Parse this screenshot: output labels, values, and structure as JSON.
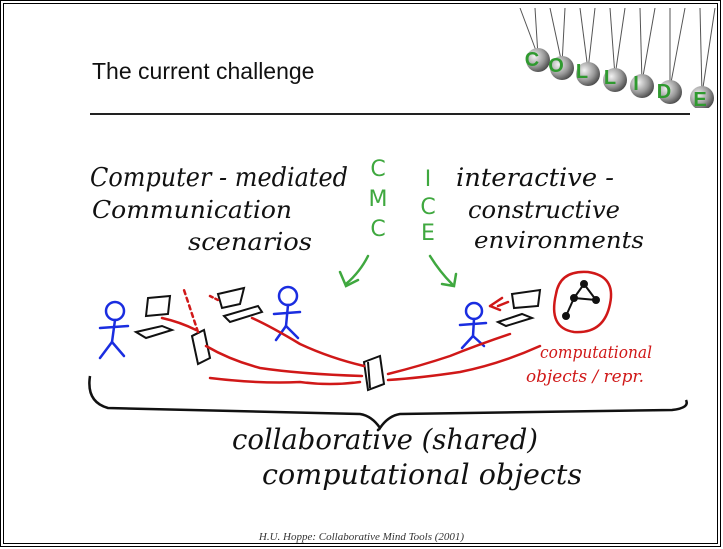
{
  "slide": {
    "title": "The current challenge",
    "footer": "H.U. Hoppe: Collaborative Mind Tools (2001)"
  },
  "logo": {
    "letters": [
      "C",
      "O",
      "L",
      "L",
      "I",
      "D",
      "E"
    ]
  },
  "diagram": {
    "left_caption_line1": "Computer - mediated",
    "left_caption_line2": "Communication",
    "left_caption_line3": "scenarios",
    "right_caption_line1": "interactive -",
    "right_caption_line2": "constructive",
    "right_caption_line3": "environments",
    "cmc_letters": [
      "C",
      "M",
      "C"
    ],
    "ice_letters": [
      "I",
      "C",
      "E"
    ],
    "computational_label_line1": "computational",
    "computational_label_line2": "objects / repr.",
    "bottom_caption_line1": "collaborative (shared)",
    "bottom_caption_line2": "computational objects"
  },
  "colors": {
    "green": "#3fa83f",
    "red": "#d01818",
    "blue": "#1a2de0"
  }
}
